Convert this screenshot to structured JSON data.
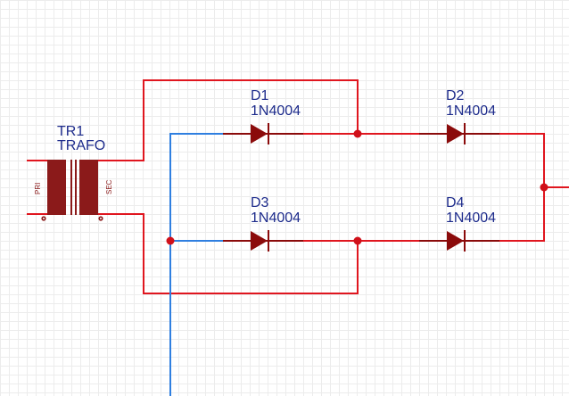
{
  "schematic": {
    "title": "Full-wave bridge rectifier",
    "colors": {
      "wire": "#e0161f",
      "wire_selected": "#2f7fe0",
      "component": "#8b0b0b",
      "label": "#1e2c8c"
    },
    "transformer": {
      "ref": "TR1",
      "value": "TRAFO",
      "primary_label": "PRI",
      "secondary_label": "SEC"
    },
    "diodes": [
      {
        "ref": "D1",
        "value": "1N4004"
      },
      {
        "ref": "D2",
        "value": "1N4004"
      },
      {
        "ref": "D3",
        "value": "1N4004"
      },
      {
        "ref": "D4",
        "value": "1N4004"
      }
    ]
  }
}
